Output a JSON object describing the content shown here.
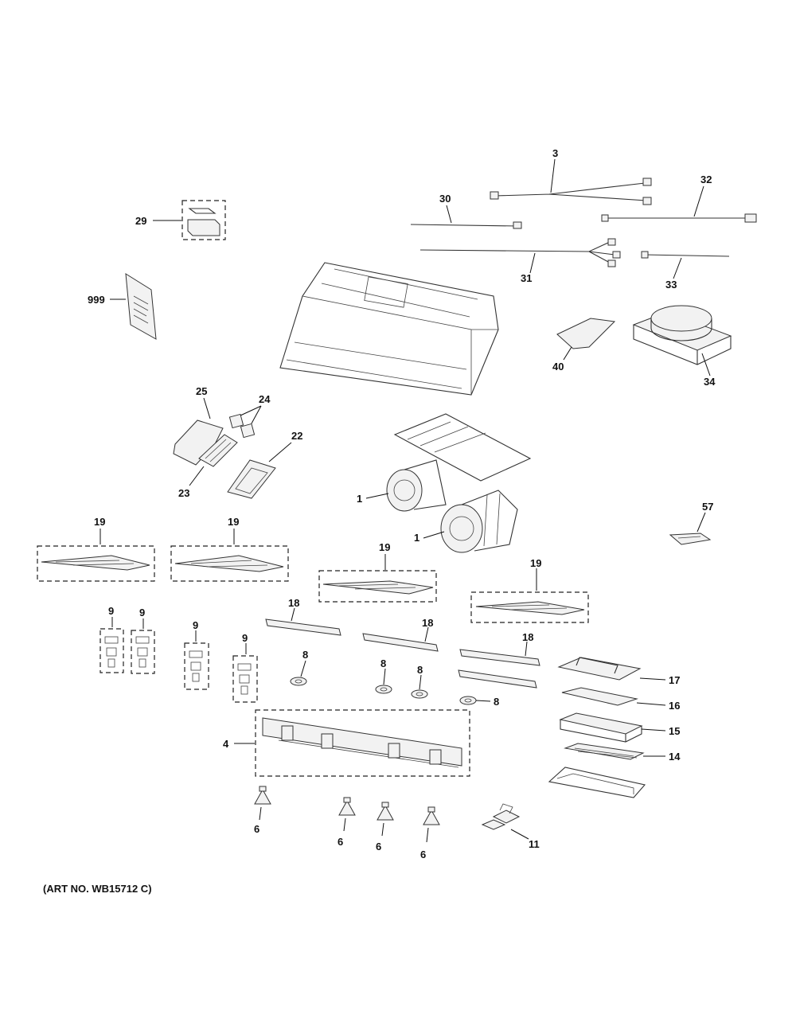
{
  "labels": {
    "l1a": "1",
    "l1b": "1",
    "l3": "3",
    "l4": "4",
    "l6a": "6",
    "l6b": "6",
    "l6c": "6",
    "l6d": "6",
    "l8a": "8",
    "l8b": "8",
    "l8c": "8",
    "l8d": "8",
    "l9a": "9",
    "l9b": "9",
    "l9c": "9",
    "l9d": "9",
    "l11": "11",
    "l14": "14",
    "l15": "15",
    "l16": "16",
    "l17": "17",
    "l18a": "18",
    "l18b": "18",
    "l18c": "18",
    "l19a": "19",
    "l19b": "19",
    "l19c": "19",
    "l19d": "19",
    "l22": "22",
    "l23": "23",
    "l24": "24",
    "l25": "25",
    "l29": "29",
    "l30": "30",
    "l31": "31",
    "l32": "32",
    "l33": "33",
    "l34": "34",
    "l40": "40",
    "l57": "57",
    "l999": "999"
  },
  "art_number": "(ART NO. WB15712 C)"
}
